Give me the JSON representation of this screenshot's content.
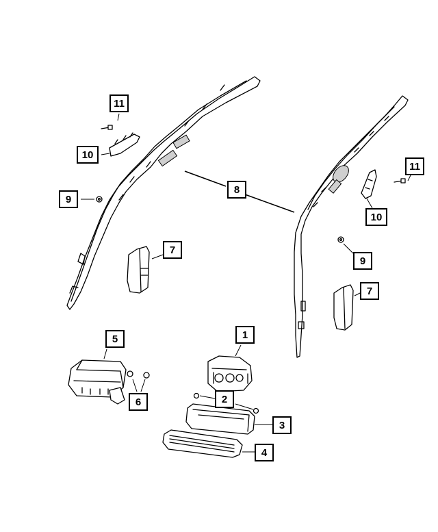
{
  "callouts": {
    "c1": "1",
    "c2": "2",
    "c3": "3",
    "c4": "4",
    "c5": "5",
    "c6": "6",
    "c7a": "7",
    "c7b": "7",
    "c8": "8",
    "c9a": "9",
    "c9b": "9",
    "c10a": "10",
    "c10b": "10",
    "c11a": "11",
    "c11b": "11"
  },
  "colors": {
    "line": "#000000",
    "background": "#ffffff",
    "shade": "#cfcfcf"
  }
}
